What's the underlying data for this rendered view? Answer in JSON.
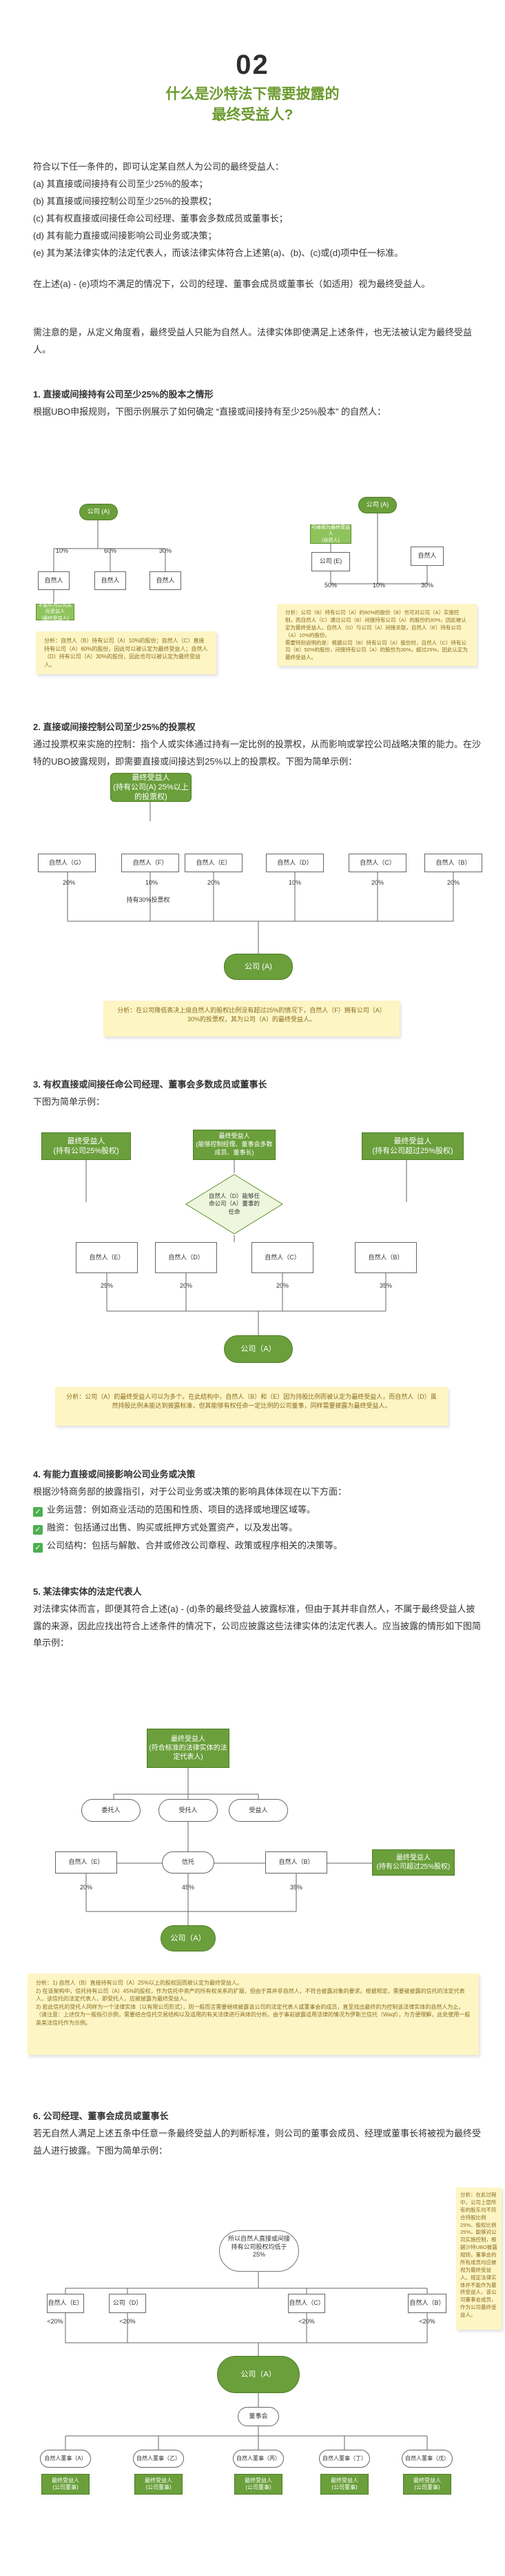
{
  "header": {
    "number": "02",
    "title_line1": "什么是沙特法下需要披露的",
    "title_line2": "最终受益人?"
  },
  "intro": {
    "lead": "符合以下任一条件的，即可认定某自然人为公司的最终受益人：",
    "items": [
      "(a) 其直接或间接持有公司至少25%的股本；",
      "(b) 其直接或间接控制公司至少25%的投票权；",
      "(c) 其有权直接或间接任命公司经理、董事会多数成员或董事长；",
      "(d) 其有能力直接或间接影响公司业务或决策；",
      "(e) 其为某法律实体的法定代表人，而该法律实体符合上述第(a)、(b)、(c)或(d)项中任一标准。"
    ],
    "para2": "在上述(a) - (e)项均不满足的情况下，公司的经理、董事会成员或董事长（如适用）视为最终受益人。",
    "para3": "需注意的是，从定义角度看，最终受益人只能为自然人。法律实体即使满足上述条件，也无法被认定为最终受益人。"
  },
  "s1": {
    "heading": "1. 直接或间接持有公司至少25%的股本之情形",
    "desc": "根据UBO申报规则，下图示例展示了如何确定 “直接或间接持有至少25%股本” 的自然人：",
    "left": {
      "top": "公司 (A)",
      "pcts": [
        "10%",
        "60%",
        "30%"
      ],
      "persons": [
        "自然人",
        "自然人",
        "自然人"
      ],
      "ubo": "不能作为公司实际受益人\n(最终受益人)",
      "note": "分析：自然人（B）持有公司（A）10%的股份；自然人（C）直接持有公司（A）60%的股份，因此可以被认定为最终受益人；自然人（D）持有公司（A）30%的股份，因此也可以被认定为最终受益人。"
    },
    "right": {
      "top": "公司 (A)",
      "ubo_box": "可被视为最终受益人\n(自然人)",
      "mid": "公司 (E)",
      "holder": "自然人",
      "pcts": [
        "50%",
        "10%",
        "30%"
      ],
      "note": "分析：公司（B）持有公司（A）约60%的股份（B）也可对公司（A）实施控制，而自然人（C）通过公司（B）间接持有公司（A）的股份约30%，因此被认定为最终受益人。自然人（D）与公司（A）间接关联，自然人（E）持有公司（A）10%的股份。\n需要特别说明的是：根据公司（B）持有公司（A）股份时，自然人（C）持有公司（B）50%的股份，间接持有公司（A）的股份为30%，超过25%，因此认定为最终受益人。"
    }
  },
  "s2": {
    "heading": "2. 直接或间接控制公司至少25%的投票权",
    "desc": "通过投票权来实施的控制：指个人或实体通过持有一定比例的投票权，从而影响或掌控公司战略决策的能力。在沙特的UBO披露规则，即需要直接或间接达到25%以上的投票权。下图为简单示例：",
    "ubo": "最终受益人\n(持有公司(A) 25%以上的投票权)",
    "persons": [
      "自然人（G）",
      "自然人（F）",
      "自然人（E）",
      "自然人（D）",
      "自然人（C）",
      "自然人（B）"
    ],
    "pcts": [
      "20%",
      "10%",
      "20%",
      "10%",
      "20%",
      "20%"
    ],
    "voting": "持有30%投票权",
    "company": "公司 (A)",
    "note": "分析：在公司降低表决上级自然人的股权比例没有超过25%的情况下，自然人（F）拥有公司（A）30%的投票权，其为公司（A）的最终受益人。"
  },
  "s3": {
    "heading": "3. 有权直接或间接任命公司经理、董事会多数成员或董事长",
    "desc": "下图为简单示例：",
    "ubo1": "最终受益人\n(持有公司25%股权)",
    "ubo2": "最终受益人\n(能够控制经理、董事会多数成员、董事长)",
    "ubo3": "最终受益人\n(持有公司超过25%股权)",
    "diamond": "自然人（D）能够任命公司（A）董事的任命",
    "persons": [
      "自然人（E）",
      "自然人（D）",
      "自然人（C）",
      "自然人（B）"
    ],
    "pcts": [
      "25%",
      "20%",
      "20%",
      "35%"
    ],
    "company": "公司（A）",
    "note": "分析：公司（A）的最终受益人可以为多个。在此结构中，自然人（B）和（E）因为持股比例而被认定为最终受益人，而自然人（D）虽然持股比例未能达到披露标准，但其能够有权任命一定比例的公司董事，同样需要披露为最终受益人。"
  },
  "s4": {
    "heading": "4. 有能力直接或间接影响公司业务或决策",
    "desc": "根据沙特商务部的披露指引，对于公司业务或决策的影响具体体现在以下方面：",
    "items": [
      "业务运营：例如商业活动的范围和性质、项目的选择或地理区域等。",
      "融资：包括通过出售、购买或抵押方式处置资产，以及发出等。",
      "公司结构：包括与解散、合并或修改公司章程、政策或程序相关的决策等。"
    ]
  },
  "s5": {
    "heading": "5. 某法律实体的法定代表人",
    "desc": "对法律实体而言，即便其符合上述(a) - (d)条的最终受益人披露标准，但由于其并非自然人，不属于最终受益人披露的来源，因此应找出符合上述条件的情况下，公司应披露这些法律实体的法定代表人。应当披露的情形如下图简单示例：",
    "ubo": "最终受益人\n(符合标准的法律实体的法定代表人)",
    "roles": [
      "委托人",
      "受托人",
      "受益人"
    ],
    "persons": [
      "自然人（E）",
      "信托",
      "自然人（B）"
    ],
    "pcts": [
      "20%",
      "45%",
      "35%"
    ],
    "ubo_side": "最终受益人\n(持有公司超过25%股权)",
    "company": "公司（A）",
    "note": "分析：1) 自然人（B）直接持有公司（A）25%以上的股权因而被认定为最终受益人。\n2) 在该架构中，信托持有公司（A）45%的股权，作为信托中资产的所有权关系的扩展，但由于其并非自然人，不符合披露对象的要求。根据规定，需要被披露的信托的法定代表人，该信托的法定代表人，即受托人，应被披露为最终受益人。\n3) 若此信托的受托人同样为一个法律实体（以有限公司形式），则一般而言需要继续披露该公司的法定代表人或董事会的成员，直至找出最终的为控制该法律实体的自然人为止。\n（请注意：上述仅为一般指引示例，需要结合信托交易结构以及适用的有关法律进行具体的分析。由于事前披露适用法律的情况为伊斯兰信托（Waqf），为方便理解，此处使用一般英美法信托作为示例。"
  },
  "s6": {
    "heading": "6. 公司经理、董事会成员或董事长",
    "desc": "若无自然人满足上述五条中任意一条最终受益人的判断标准，则公司的董事会成员、经理或董事长将被视为最终受益人进行披露。下图为简单示例：",
    "cloud": "所以自然人直接或间接持有公司股权均低于25%",
    "persons": [
      "自然人（E）",
      "公司（D）",
      "自然人（C）",
      "自然人（B）"
    ],
    "pcts": [
      "<20%",
      "<20%",
      "<20%",
      "<20%"
    ],
    "company": "公司（A）",
    "board": "董事会",
    "members": [
      "自然人董事（A）",
      "自然人董事（乙）",
      "自然人董事（丙）",
      "自然人董事（丁）",
      "自然人董事（戊）"
    ],
    "ubo_labels": [
      "最终受益人\n(公司董事)",
      "最终受益人\n(公司董事)",
      "最终受益人\n(公司董事)",
      "最终受益人\n(公司董事)",
      "最终受益人\n(公司董事)"
    ],
    "note": "分析：在此过程中，公司上层所有的股东均不符合持股比例25%、股权比例25%，能够对公司实施控制，根据沙特UBO披露规则，董事会的所有成员均应被视为最终受益人。规定法律实体并不能作为最终受益人，该公司董事会成员，作为公司最终受益人。"
  }
}
